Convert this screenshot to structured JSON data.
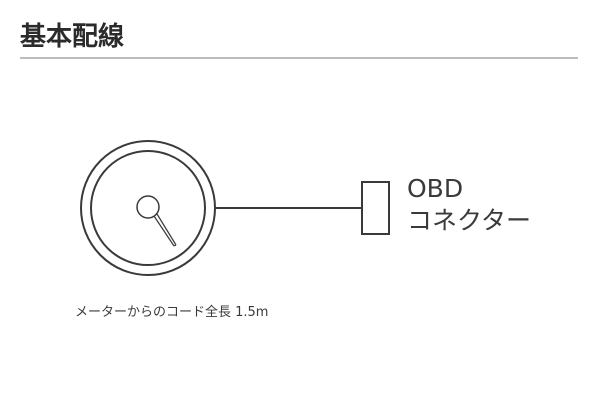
{
  "header": {
    "title": "基本配線"
  },
  "diagram": {
    "meter": {
      "label": "meter-gauge"
    },
    "connector": {
      "line1": "OBD",
      "line2": "コネクター"
    },
    "caption": "メーターからのコード全長 1.5m"
  },
  "colors": {
    "stroke": "#3a3a3a",
    "rule": "#b9bec0",
    "title": "#2b2b2b"
  }
}
